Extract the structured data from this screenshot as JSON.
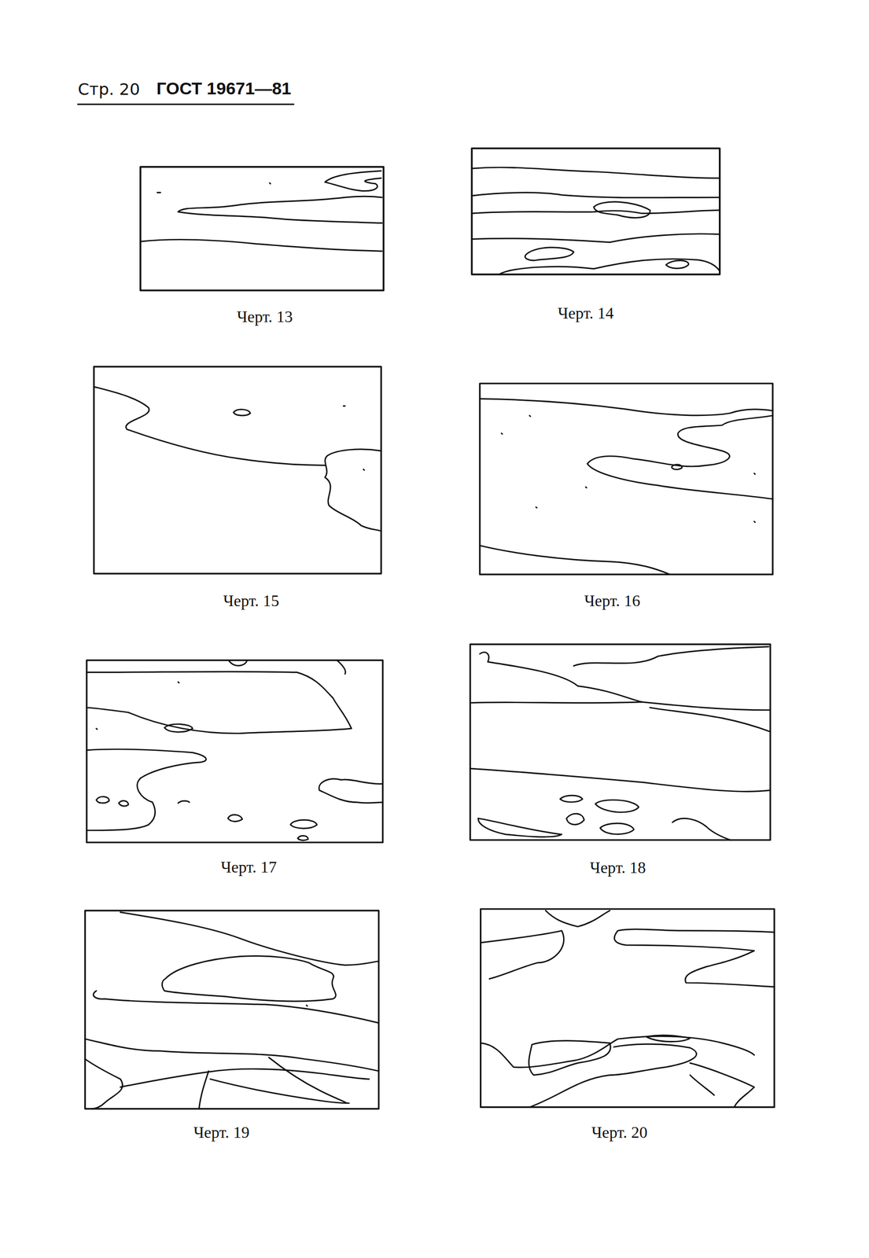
{
  "diagram": {
    "labels": [
      "Стр. 20",
      "ГОСТ 19671—81",
      "Черт. 13",
      "Черт. 14",
      "Черт. 15",
      "Черт. 16",
      "Черт. 17",
      "Черт. 18",
      "Черт. 19",
      "Черт. 20"
    ]
  }
}
